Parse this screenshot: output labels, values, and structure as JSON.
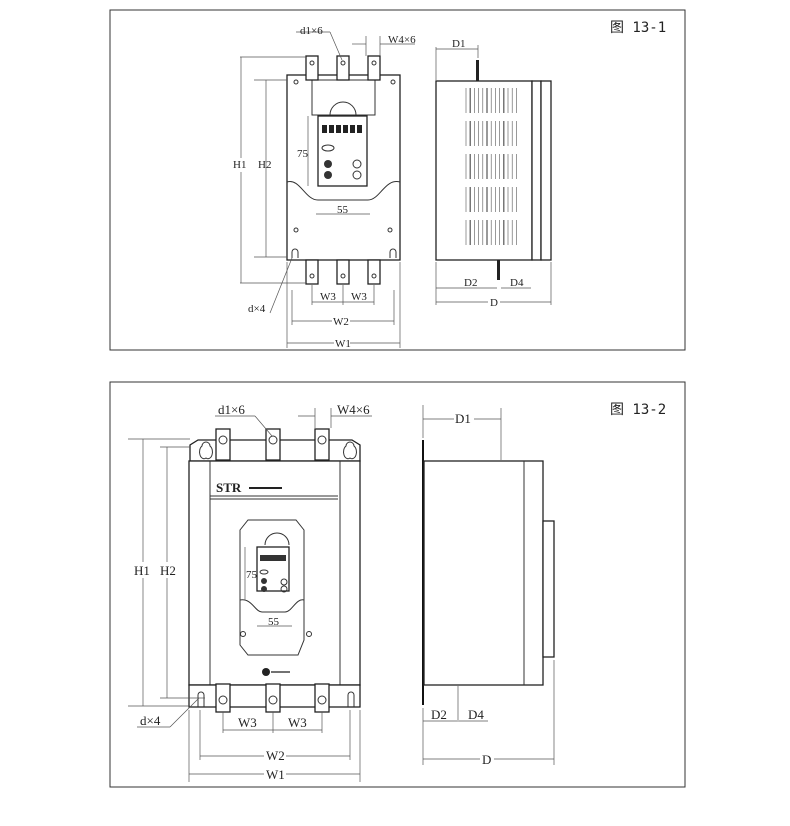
{
  "figure1": {
    "caption": "图 13-1",
    "labels": {
      "d1": "d1×6",
      "w4": "W4×6",
      "h1": "H1",
      "h2": "H2",
      "d": "d×4",
      "w3a": "W3",
      "w3b": "W3",
      "w2": "W2",
      "w1": "W1",
      "dim75": "75",
      "dim55": "55",
      "D1": "D1",
      "D2": "D2",
      "D4": "D4",
      "D": "D"
    }
  },
  "figure2": {
    "caption": "图 13-2",
    "brand": "STR",
    "labels": {
      "d1": "d1×6",
      "w4": "W4×6",
      "h1": "H1",
      "h2": "H2",
      "d": "d×4",
      "w3a": "W3",
      "w3b": "W3",
      "w2": "W2",
      "w1": "W1",
      "dim75": "75",
      "dim55": "55",
      "D1": "D1",
      "D2": "D2",
      "D4": "D4",
      "D": "D"
    }
  }
}
